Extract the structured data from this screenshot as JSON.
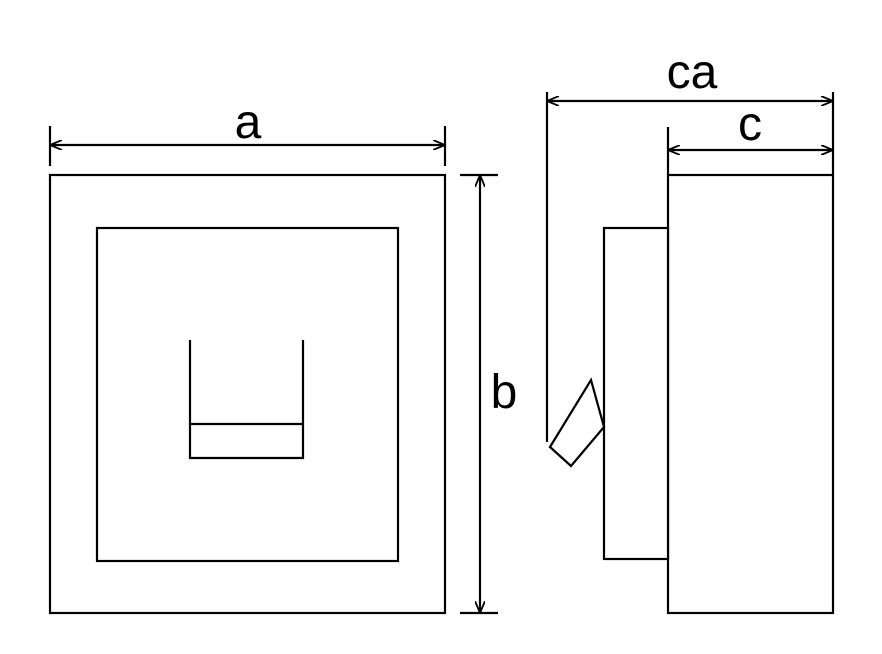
{
  "labels": {
    "width": "a",
    "height": "b",
    "depth": "c",
    "depth_with_actuator": "ca"
  },
  "colors": {
    "stroke": "#000000",
    "background": "#ffffff"
  }
}
